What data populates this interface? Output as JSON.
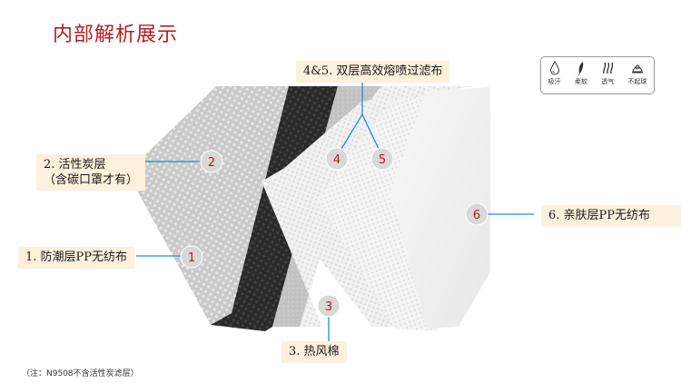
{
  "title": "内部解析展示",
  "layers": [
    {
      "number": "1",
      "label": "1. 防潮层PP无纺布"
    },
    {
      "number": "2",
      "label_line1": "2. 活性炭层",
      "label_line2": "（含碳口罩才有）"
    },
    {
      "number": "3",
      "label": "3.  热风棉"
    },
    {
      "number": "4",
      "shared_label": "4&5. 双层高效熔喷过滤布"
    },
    {
      "number": "5"
    },
    {
      "number": "6",
      "label": "6. 亲肤层PP无纺布"
    }
  ],
  "properties": [
    {
      "icon": "water-drop-icon",
      "label": "吸汗"
    },
    {
      "icon": "feather-icon",
      "label": "柔软"
    },
    {
      "icon": "air-flow-icon",
      "label": "透气"
    },
    {
      "icon": "no-pilling-icon",
      "label": "不起球"
    }
  ],
  "note": "（注：N9508不含活性炭滤层）",
  "colors": {
    "title": "#b01e23",
    "label_bg": "#fdf0dc",
    "leader_line": "#1a8fd4"
  }
}
